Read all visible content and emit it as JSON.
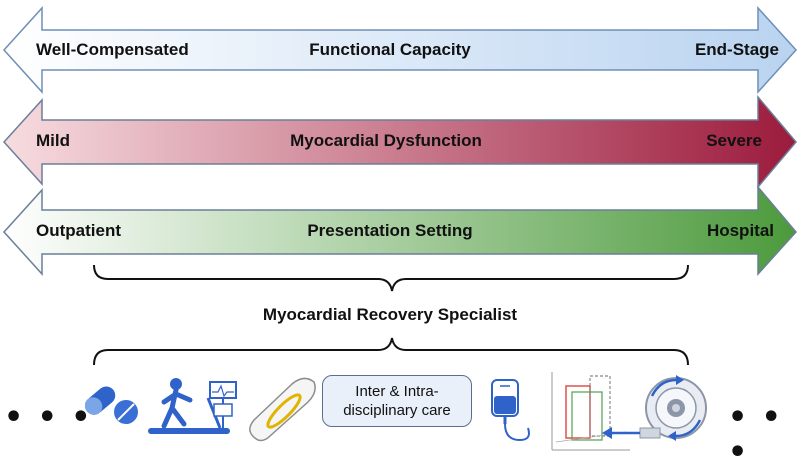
{
  "arrows": [
    {
      "title": "Functional Capacity",
      "left_label": "Well-Compensated",
      "right_label": "End-Stage",
      "colors": {
        "left": "#ffffff",
        "right": "#b9d3f0"
      }
    },
    {
      "title": "Myocardial Dysfunction",
      "left_label": "Mild",
      "right_label": "Severe",
      "colors": {
        "left": "#f7dce0",
        "right": "#9c1b3c"
      }
    },
    {
      "title": "Presentation Setting",
      "left_label": "Outpatient",
      "right_label": "Hospital",
      "colors": {
        "left": "#ffffff",
        "right": "#4c9a3c"
      }
    }
  ],
  "specialist_label": "Myocardial Recovery Specialist",
  "care_box": {
    "line1": "Inter & Intra-",
    "line2": "disciplinary care"
  },
  "ellipsis_left": "• • •",
  "ellipsis_right": "• • •",
  "icons": [
    "pills-icon",
    "treadmill-exercise-test-icon",
    "cardiac-device-icon",
    "iv-bag-icon",
    "pressure-volume-loop-icon",
    "circulatory-pump-icon"
  ]
}
